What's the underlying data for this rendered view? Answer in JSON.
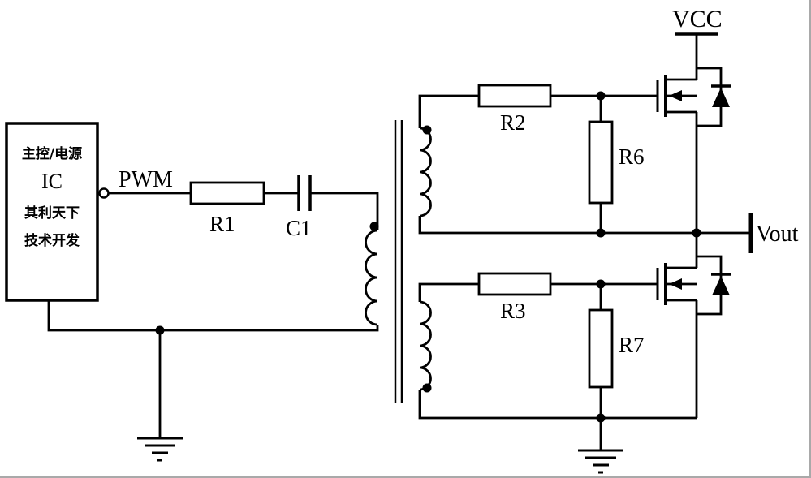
{
  "diagram": {
    "title_hint": "PWM gate-drive transformer circuit",
    "colors": {
      "ink": "#000000",
      "background": "#ffffff",
      "frame": "#a9a9a9"
    },
    "ic_box": {
      "line1": "主控/电源",
      "line2": "IC",
      "line3": "其利天下",
      "line4": "技术开发"
    },
    "labels": {
      "pwm": "PWM",
      "r1": "R1",
      "c1": "C1",
      "r2": "R2",
      "r3": "R3",
      "r6": "R6",
      "r7": "R7",
      "vcc": "VCC",
      "vout": "Vout"
    }
  }
}
